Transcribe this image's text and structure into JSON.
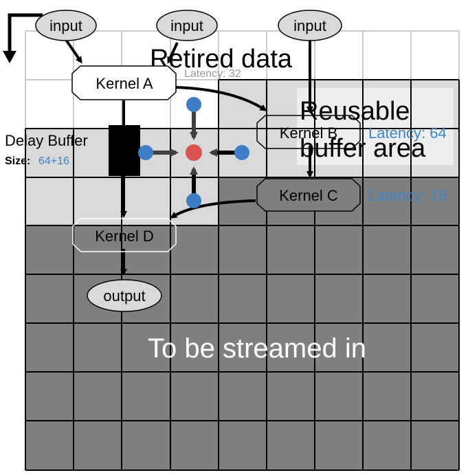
{
  "inputs": [
    "input",
    "input",
    "input"
  ],
  "output": "output",
  "regions": {
    "retired": "Retired data",
    "reusable_line1": "Reusable",
    "reusable_line2": "buffer area",
    "streamed": "To be streamed in"
  },
  "kernels": {
    "a": {
      "name": "Kernel A",
      "latency": "Latency: 32"
    },
    "b": {
      "name": "Kernel B",
      "latency": "Latency: 64"
    },
    "c": {
      "name": "Kernel C",
      "latency": "Latency: 16"
    },
    "d": {
      "name": "Kernel D"
    }
  },
  "delay_buffer": {
    "title": "Delay Buffer",
    "size_label": "Size:",
    "size_value": "64+16"
  },
  "colors": {
    "stream_fill": "#7f7f7f",
    "reuse_fill": "#d9d9d9",
    "grid_light": "#cccccc",
    "grid_dark": "#000000",
    "latency_blue": "#3d85c6",
    "latency_gray": "#999999",
    "point_blue": "#3d7ec6",
    "point_red": "#d9534f",
    "arrow_gray": "#404040"
  }
}
